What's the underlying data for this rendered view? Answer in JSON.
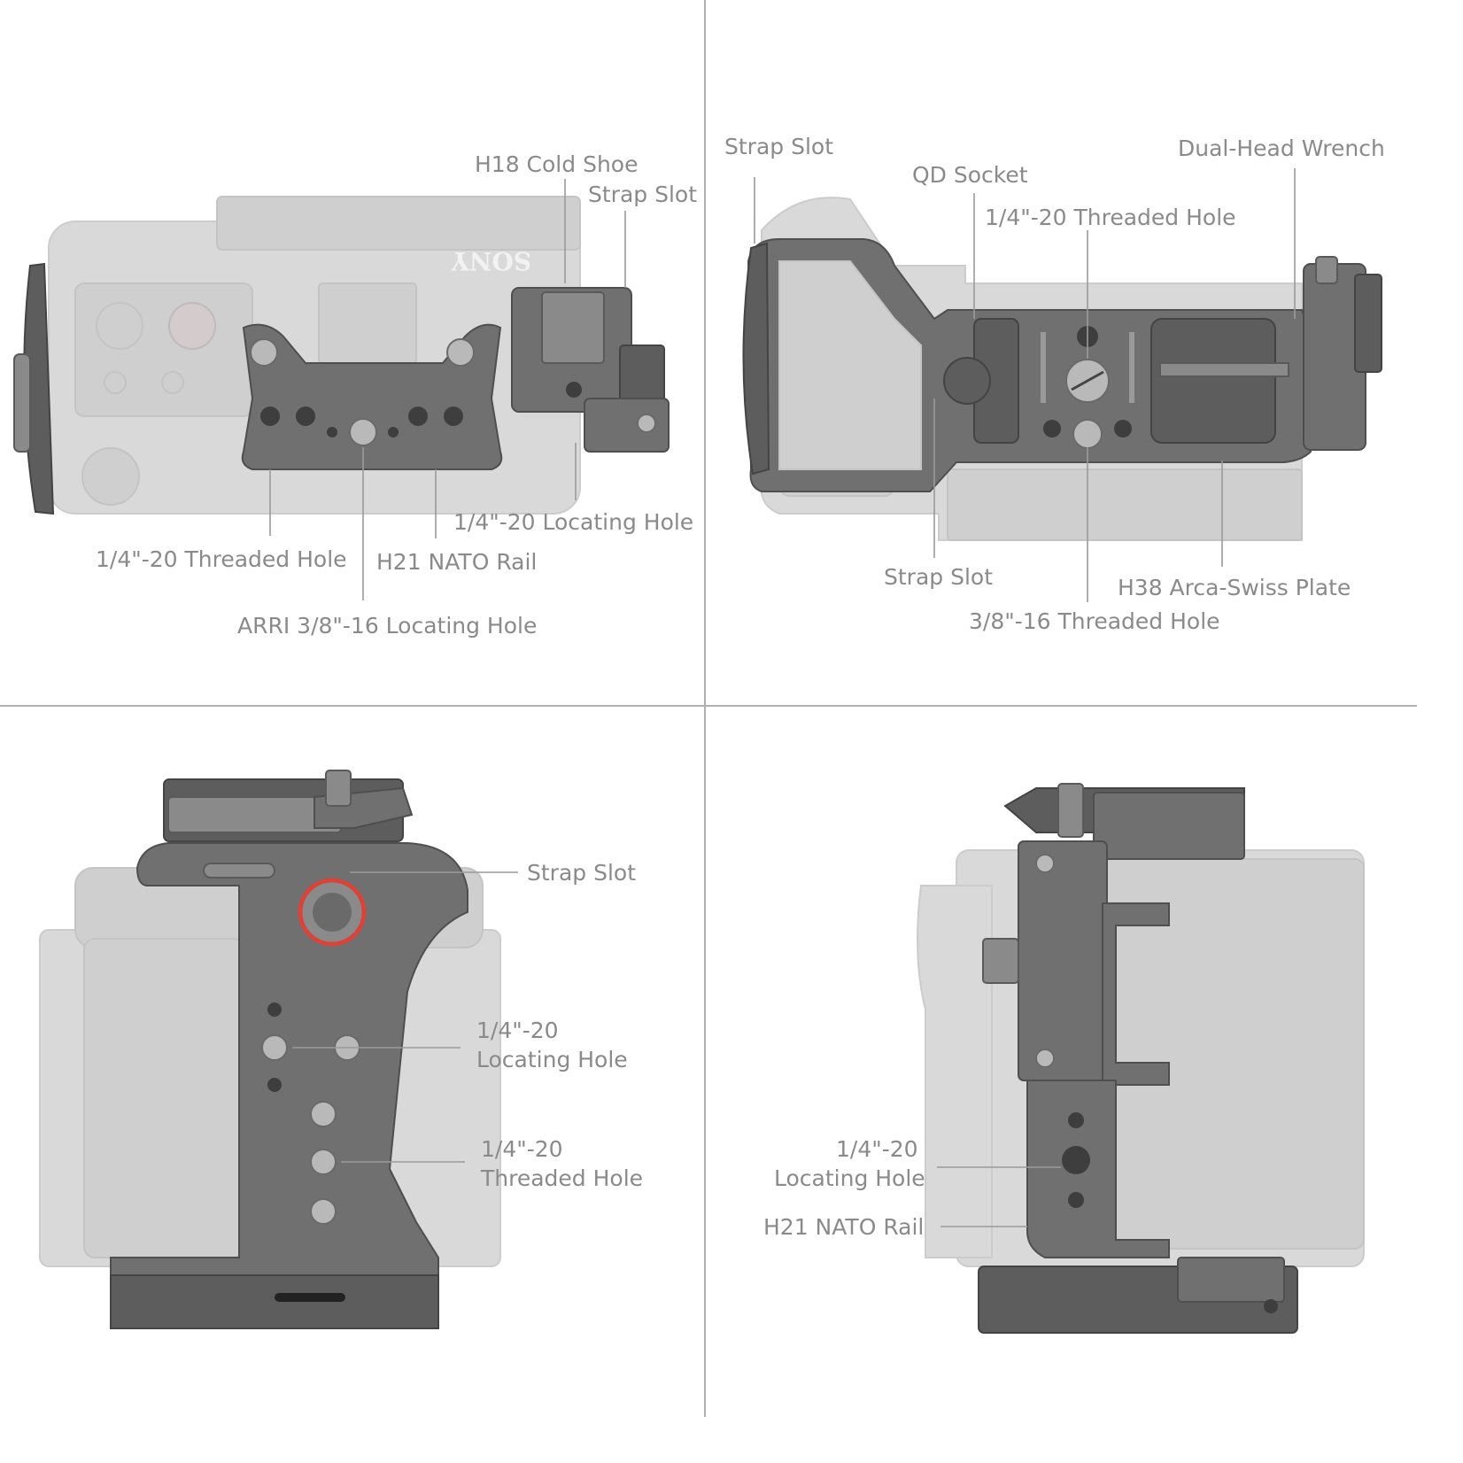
{
  "brand_mark": "SONY",
  "panels": {
    "top_left": {
      "labels": {
        "cold_shoe": "H18 Cold Shoe",
        "strap_slot": "Strap Slot",
        "threaded_hole": "1/4\"-20 Threaded Hole",
        "nato_rail": "H21 NATO Rail",
        "locating_hole": "1/4\"-20 Locating Hole",
        "arri_hole": "ARRI 3/8\"-16 Locating Hole"
      }
    },
    "top_right": {
      "labels": {
        "strap_slot_top": "Strap Slot",
        "qd_socket": "QD Socket",
        "threaded_hole": "1/4\"-20 Threaded Hole",
        "wrench": "Dual-Head Wrench",
        "strap_slot_bottom": "Strap Slot",
        "arca_plate": "H38 Arca-Swiss Plate",
        "threaded_38": "3/8\"-16 Threaded Hole"
      }
    },
    "bottom_left": {
      "labels": {
        "strap_slot": "Strap Slot",
        "locating_line1": "1/4\"-20",
        "locating_line2": "Locating Hole",
        "threaded_line1": "1/4\"-20",
        "threaded_line2": "Threaded Hole"
      }
    },
    "bottom_right": {
      "labels": {
        "locating_line1": "1/4\"-20",
        "locating_line2": "Locating Hole",
        "nato_rail": "H21 NATO Rail"
      }
    }
  },
  "colors": {
    "metal": "#707070",
    "ghost_body": "#d9d9d9",
    "accent_red": "#d9443a",
    "label_text": "#8a8a8a"
  }
}
